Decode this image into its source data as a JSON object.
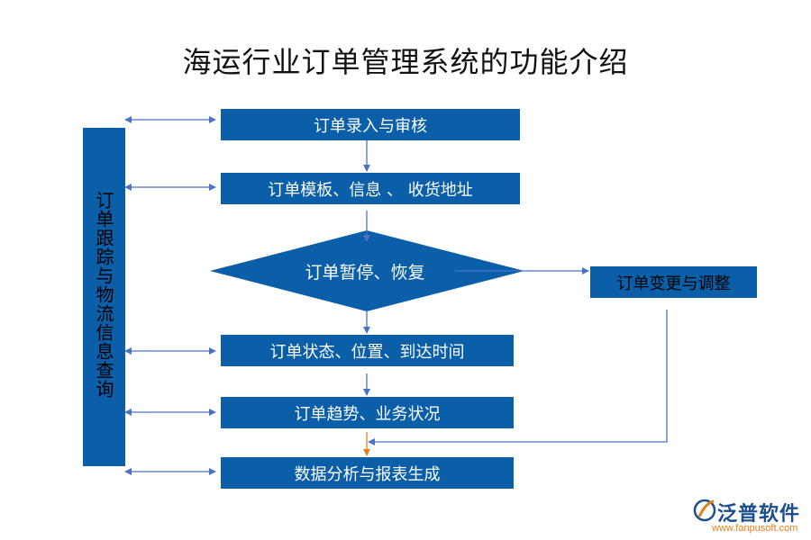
{
  "title": "海运行业订单管理系统的功能介绍",
  "side_label": "订单跟踪与物流信息查询",
  "steps": [
    "订单录入与审核",
    "订单模板、信息 、 收货地址",
    "订单暂停、恢复",
    "订单状态、位置、到达时间",
    "订单趋势、业务状况",
    "数据分析与报表生成"
  ],
  "branch": "订单变更与调整",
  "logo": {
    "name": "泛普软件",
    "url": "www.fanpusoft.com"
  },
  "colors": {
    "box": "#0b5ea8",
    "line": "#4a72c8",
    "highlight_arrow": "#e0801c"
  }
}
